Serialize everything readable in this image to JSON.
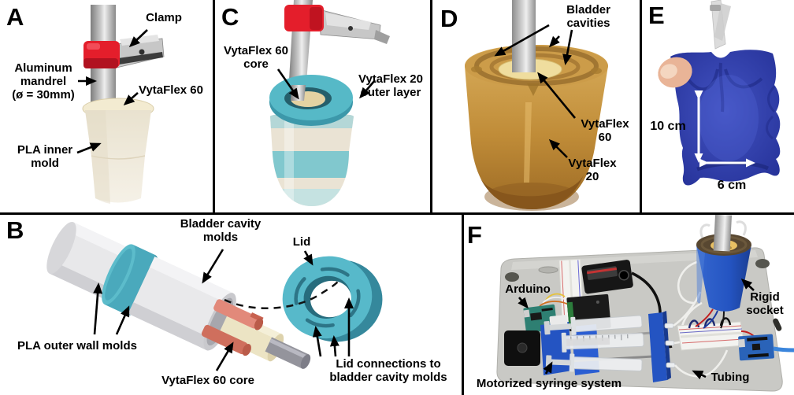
{
  "panels": {
    "a": {
      "letter": "A",
      "labels": {
        "clamp": [
          "Clamp"
        ],
        "mandrel": [
          "Aluminum",
          "mandrel",
          "(ø = 30mm)"
        ],
        "vytaflex_60": [
          "VytaFlex 60"
        ],
        "pla_inner_mold": [
          "PLA inner",
          "mold"
        ]
      }
    },
    "b": {
      "letter": "B",
      "labels": {
        "bladder_cavity_molds": [
          "Bladder cavity",
          "molds"
        ],
        "lid": [
          "Lid"
        ],
        "pla_outer_wall_molds": [
          "PLA outer wall molds"
        ],
        "vytaflex_60_core": [
          "VytaFlex 60 core"
        ],
        "lid_connections": [
          "Lid connections to",
          "bladder cavity molds"
        ]
      }
    },
    "c": {
      "letter": "C",
      "labels": {
        "vytaflex_60_core": [
          "VytaFlex 60",
          "core"
        ],
        "vytaflex_20_outer_layer": [
          "VytaFlex 20",
          "outer layer"
        ]
      }
    },
    "d": {
      "letter": "D",
      "labels": {
        "bladder_cavities": [
          "Bladder",
          "cavities"
        ],
        "vytaflex_60": [
          "VytaFlex",
          "60"
        ],
        "vytaflex_20": [
          "VytaFlex",
          "20"
        ]
      }
    },
    "e": {
      "letter": "E",
      "labels": {
        "height_measure": [
          "10 cm"
        ],
        "width_measure": [
          "6 cm"
        ]
      }
    },
    "f": {
      "letter": "F",
      "labels": {
        "arduino": [
          "Arduino"
        ],
        "rigid_socket": [
          "Rigid",
          "socket"
        ],
        "motorized_syringe_system": [
          "Motorized syringe system"
        ],
        "tubing": [
          "Tubing"
        ]
      }
    }
  },
  "colors": {
    "background": "#ffffff",
    "divider": "#000000",
    "annotation_text": "#000000",
    "annotation_arrow": "#000000",
    "measure_arrow": "#ffffff",
    "clamp_red": "#e41e2b",
    "teal_mold": "#56b9c7",
    "amber_cast": "#c08c38",
    "cream_silicone": "#efdd9e",
    "bladder_blue": "#2e3ea6",
    "salmon_mold": "#e2897a",
    "core_cream": "#ece4c4",
    "socket_blue": "#2454c2",
    "tray_gray": "#c9c9c5"
  }
}
